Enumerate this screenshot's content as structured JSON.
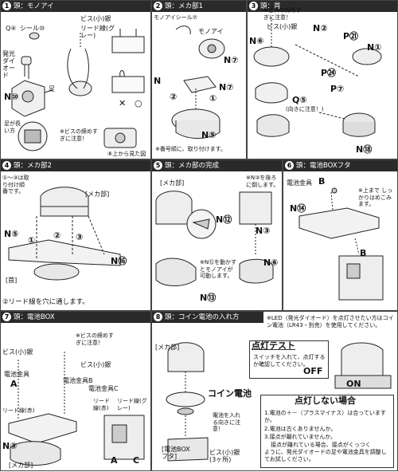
{
  "sections": {
    "s1": {
      "num": "1",
      "title": "頭：モノアイ",
      "q4": "Q④",
      "seal": "シール⑩",
      "led": "発光ダイオード",
      "n10": "N⑩",
      "foot": "足",
      "leg_long": "足が長い方",
      "screw": "ビス(小)銀",
      "wire": "リード線(グレー)",
      "caution": "※ビスの締めすぎに注意！",
      "view": "⑧上から見た図",
      "x": "✕",
      "o": "○"
    },
    "s2": {
      "num": "2",
      "title": "頭：メカ部1",
      "mono": "モノアイシール⑦",
      "monoeye": "モノアイ",
      "n7a": "N⑦",
      "n7b": "N⑦",
      "n5": "N⑤",
      "n_left": "N",
      "mark2": "②",
      "mark1": "①",
      "note": "※番号順に、取り付けます。"
    },
    "s3": {
      "num": "3",
      "title": "頭：首",
      "caution": "※ビスの締めすぎに注意！",
      "screw": "ビス(小)銀",
      "n6": "N⑥",
      "n2": "N②",
      "p21": "P㉑",
      "n1": "N①",
      "p24": "P㉔",
      "q5": "Q⑤",
      "q5note": "(向きに注意！)",
      "p7": "P⑦",
      "n18": "N⑱"
    },
    "s4": {
      "num": "4",
      "title": "頭：メカ部2",
      "instr": "①～③は取り付け順番です。",
      "mecha": "[メカ部]",
      "n5": "N⑤",
      "n16": "N⑯",
      "neck": "[首]",
      "m1": "①",
      "m2": "②",
      "m3": "③",
      "lead": "②リード線を穴に通します。"
    },
    "s5": {
      "num": "5",
      "title": "頭：メカ部の完成",
      "mecha": "[メカ部]",
      "n3note": "※N③を後ろに倒します。",
      "n3": "N③",
      "n12": "N⑫",
      "n6": "N⑥",
      "n12note": "※N⑫を動かすとモノアイが可動します。",
      "n13": "N⑬"
    },
    "s6": {
      "num": "6",
      "title": "頭：電池BOXフタ",
      "battery_metal": "電池金具",
      "b": "B",
      "n14": "N⑭",
      "hinge": "※上まで しっかりはめこみます。",
      "b2": "B"
    },
    "s7": {
      "num": "7",
      "title": "頭：電池BOX",
      "caution": "※ビスの締めすぎに注意！",
      "screw_s": "ビス(小)銀",
      "battery_metal_a": "電池金具",
      "a": "A",
      "screw_s2": "ビス(小)銀",
      "bm_b": "電池金具B",
      "bm_c": "電池金具C",
      "lead_red": "リード線(赤)",
      "lead_red2": "リード線(赤)",
      "lead_gray": "リード線(グレー)",
      "n3": "N③",
      "mecha": "[メカ部]",
      "ca": "A",
      "cc": "C"
    },
    "s8": {
      "num": "8",
      "title": "頭：コイン電池の入れ方",
      "mecha": "[メカ部]",
      "coin": "コイン電池",
      "insert": "電池を入れる向きに注意！",
      "box": "[電池BOXフタ]",
      "screw": "ビス(小)銀(3ヶ所)",
      "led_note": "※LED（発光ダイオード）を点灯させたい方はコイン電池（LR43・別売）を使用してください。",
      "test_title": "点灯テスト",
      "test_text": "スイッチを入れて、点灯するか確認してください。",
      "off": "OFF",
      "on": "ON",
      "fail_title": "点灯しない場合",
      "fail1": "1.電池の＋－（プラスマイナス）は合っていますか。",
      "fail2": "2.電池は古くありませんか。",
      "fail3": "3.接点が離れていませんか。",
      "fail4": "接点が離れている場合、接点がくっつく",
      "fail5": "ように、発光ダイオードの足や電池金具を調整してお試しください。"
    }
  }
}
